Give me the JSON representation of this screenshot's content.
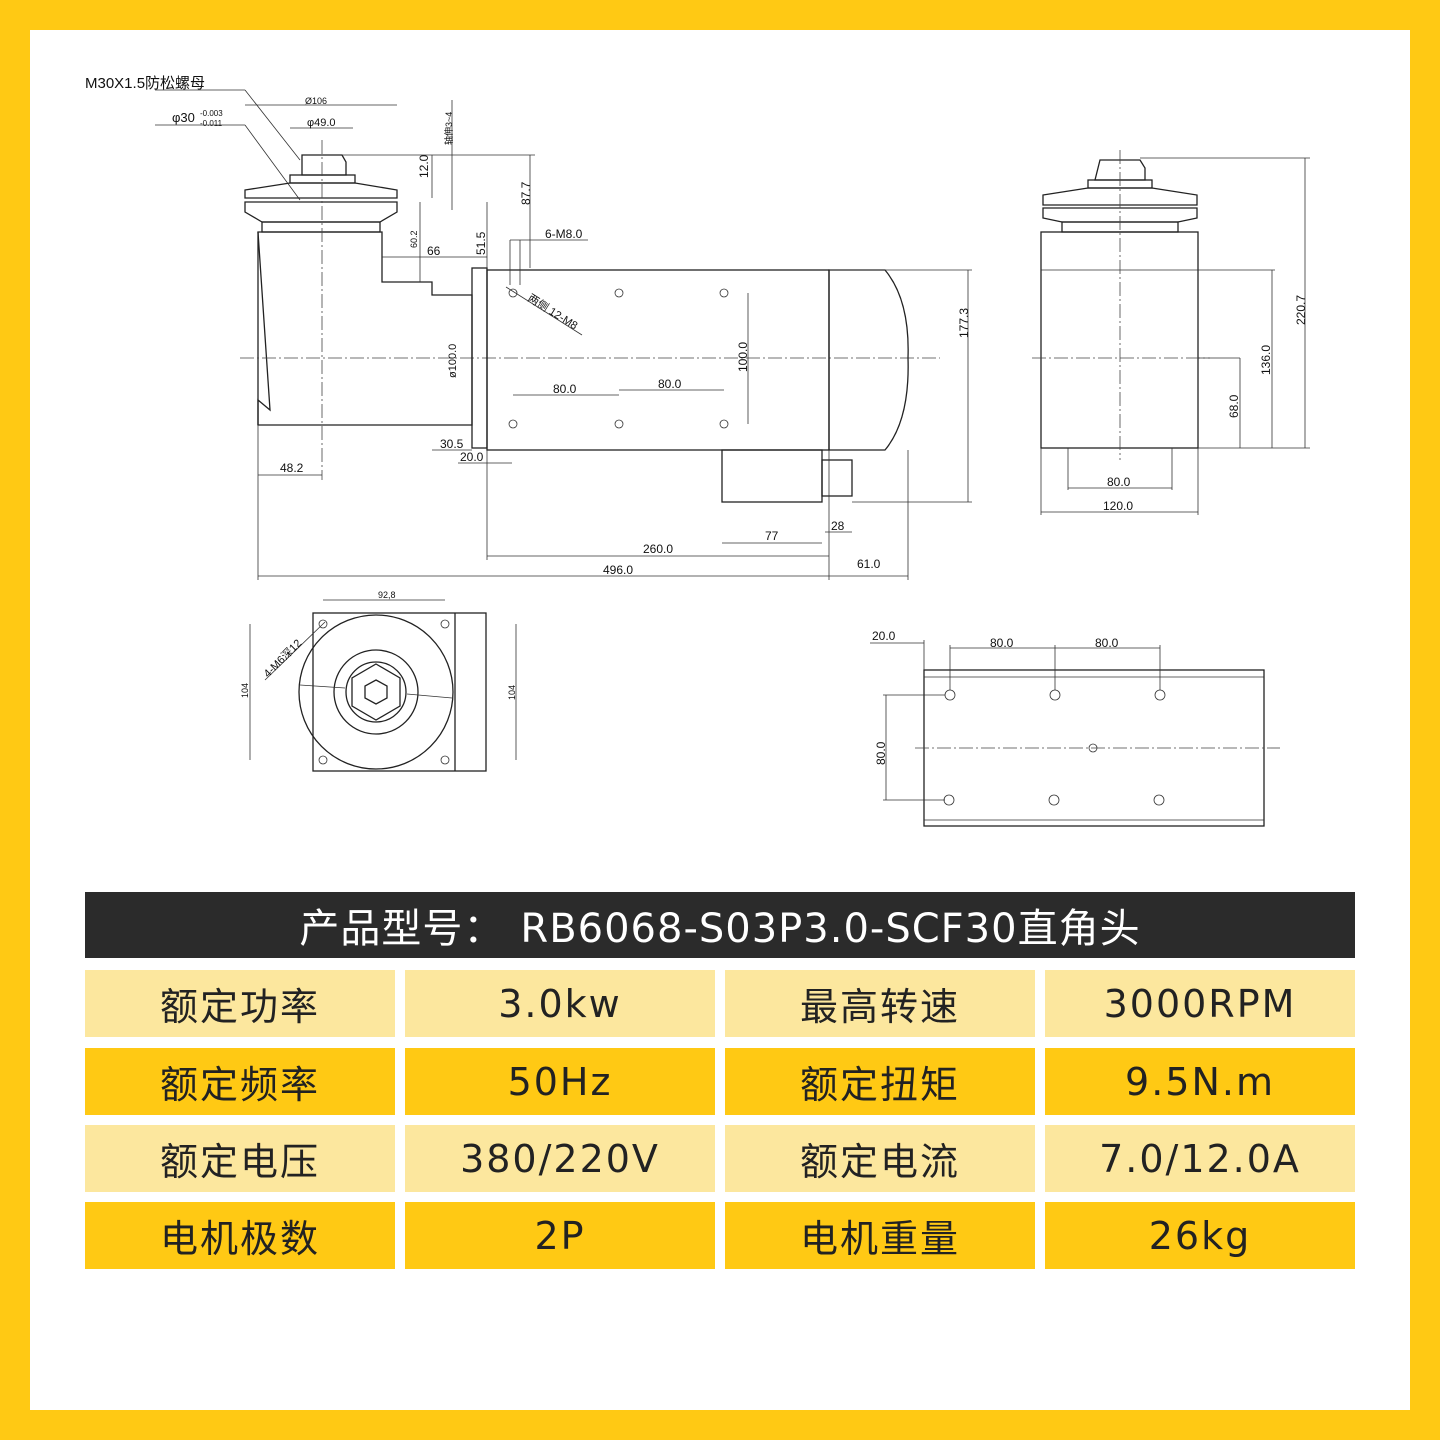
{
  "drawing": {
    "labels": {
      "nut": "M30X1.5防松螺母",
      "shaft_dia": "φ30",
      "shaft_tol_upper": "-0.003",
      "shaft_tol_lower": "-0.011",
      "d106": "Ø106",
      "d49": "φ49.0",
      "d3_4": "轴伸3~4",
      "h12": "12.0",
      "h87_7": "87.7",
      "h60_2": "60.2",
      "w66": "66",
      "h51_5": "51.5",
      "m8": "6-M8.0",
      "side_holes": "两侧 12-M8",
      "d100": "ø100.0",
      "h100": "100.0",
      "w80a": "80.0",
      "w80b": "80.0",
      "h177_3": "177.3",
      "w30_5": "30.5",
      "w20": "20.0",
      "w48_2": "48.2",
      "w77": "77",
      "w28": "28",
      "w260": "260.0",
      "w496": "496.0",
      "w61": "61.0",
      "side_h220_7": "220.7",
      "side_h136": "136.0",
      "side_h68": "68.0",
      "side_w80": "80.0",
      "side_w120": "120.0",
      "front_w92_8": "92,8",
      "front_holes": "4-M6深12",
      "front_h104a": "104",
      "front_h104b": "104",
      "bottom_w20": "20.0",
      "bottom_w80a": "80.0",
      "bottom_w80b": "80.0",
      "bottom_h80": "80.0"
    }
  },
  "model": {
    "label": "产品型号：",
    "value": "RB6068-S03P3.0-SCF30直角头"
  },
  "specs": [
    [
      {
        "label": "额定功率",
        "value": "3.0kw"
      },
      {
        "label": "最高转速",
        "value": "3000RPM"
      }
    ],
    [
      {
        "label": "额定频率",
        "value": "50Hz"
      },
      {
        "label": "额定扭矩",
        "value": "9.5N.m"
      }
    ],
    [
      {
        "label": "额定电压",
        "value": "380/220V"
      },
      {
        "label": "额定电流",
        "value": "7.0/12.0A"
      }
    ],
    [
      {
        "label": "电机极数",
        "value": "2P"
      },
      {
        "label": "电机重量",
        "value": "26kg"
      }
    ]
  ],
  "colors": {
    "frame": "#FFC914",
    "header": "#2B2B2B",
    "row_light": "#FCE79E",
    "row_dark": "#FFC914"
  }
}
